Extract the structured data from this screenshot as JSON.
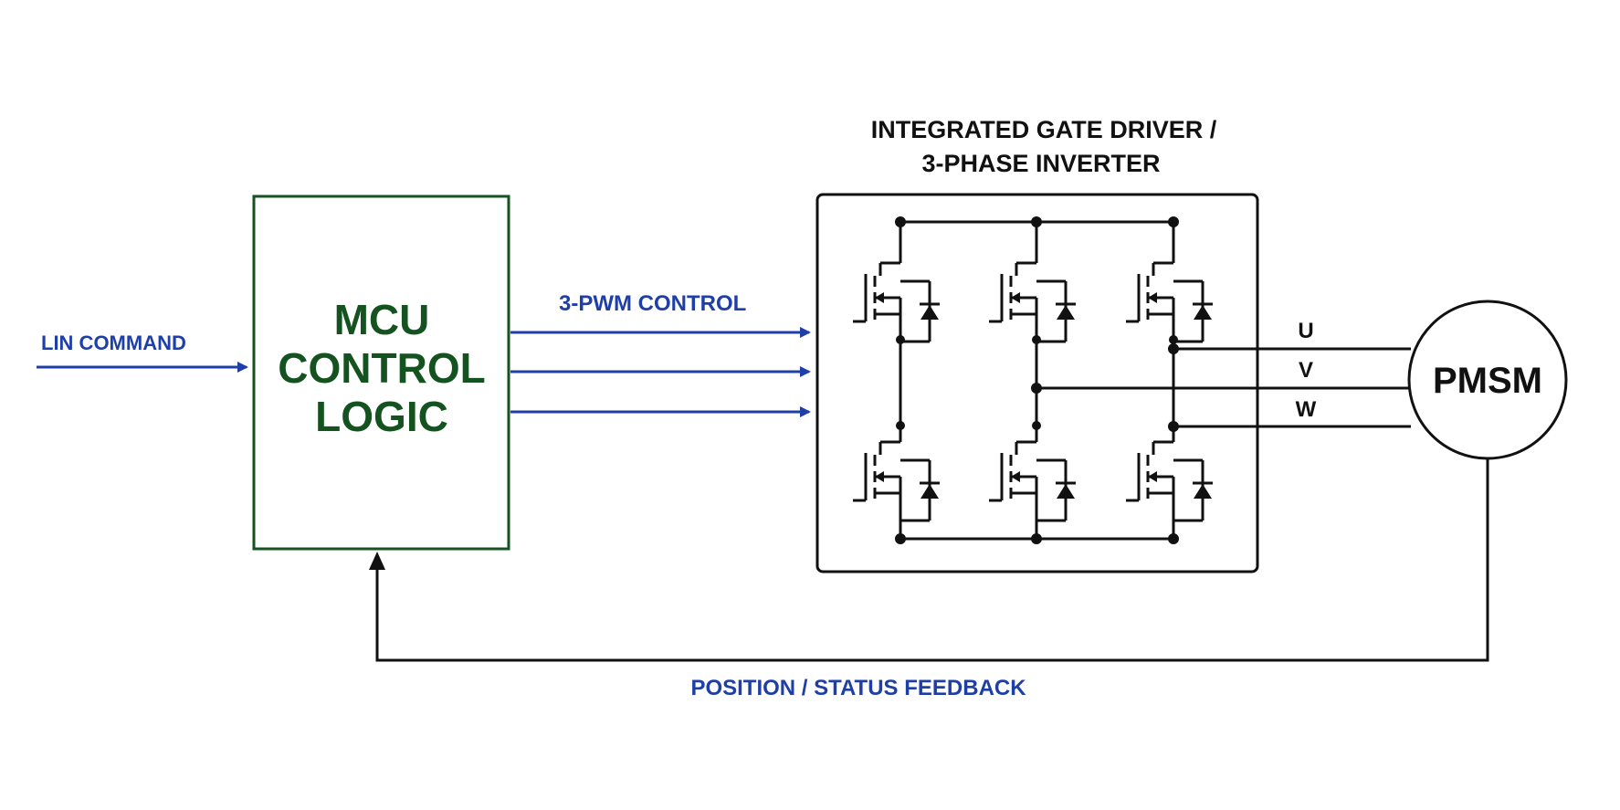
{
  "colors": {
    "signal_blue": "#1f3fa8",
    "mcu_green": "#14521f",
    "line_black": "#111111",
    "background": "#ffffff"
  },
  "inputs": {
    "lin_command": "LIN COMMAND"
  },
  "mcu": {
    "line1": "MCU",
    "line2": "CONTROL",
    "line3": "LOGIC"
  },
  "pwm": {
    "label": "3-PWM CONTROL"
  },
  "inverter": {
    "title_line1": "INTEGRATED GATE DRIVER /",
    "title_line2": "3-PHASE INVERTER",
    "switch_icon": "mosfet-with-body-diode"
  },
  "phases": {
    "u": "U",
    "v": "V",
    "w": "W"
  },
  "motor": {
    "label": "PMSM"
  },
  "feedback": {
    "label": "POSITION / STATUS FEEDBACK"
  }
}
